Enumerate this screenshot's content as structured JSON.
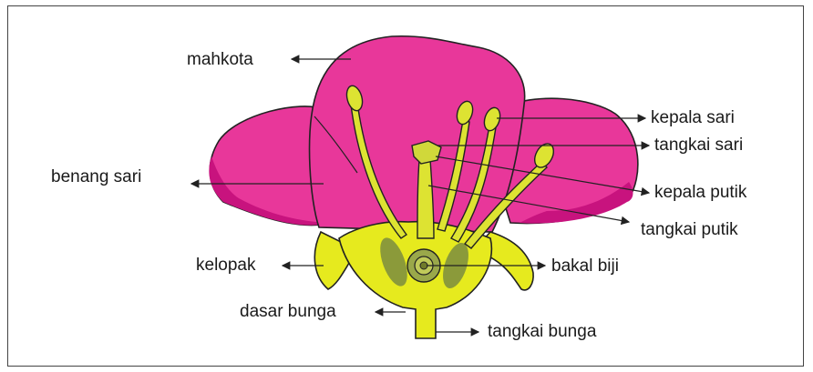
{
  "labels": {
    "mahkota": "mahkota",
    "benang_sari": "benang sari",
    "kelopak": "kelopak",
    "dasar_bunga": "dasar bunga",
    "kepala_sari": "kepala sari",
    "tangkai_sari": "tangkai sari",
    "kepala_putik": "kepala putik",
    "tangkai_putik": "tangkai putik",
    "bakal_biji": "bakal biji",
    "tangkai_bunga": "tangkai bunga"
  },
  "colors": {
    "petal": "#e8379a",
    "petal_shade": "#c8137e",
    "flower_yellow": "#e6ea1e",
    "ovary_green": "#8b9a3a",
    "stamen_yellow": "#dde332",
    "outline": "#222222"
  }
}
